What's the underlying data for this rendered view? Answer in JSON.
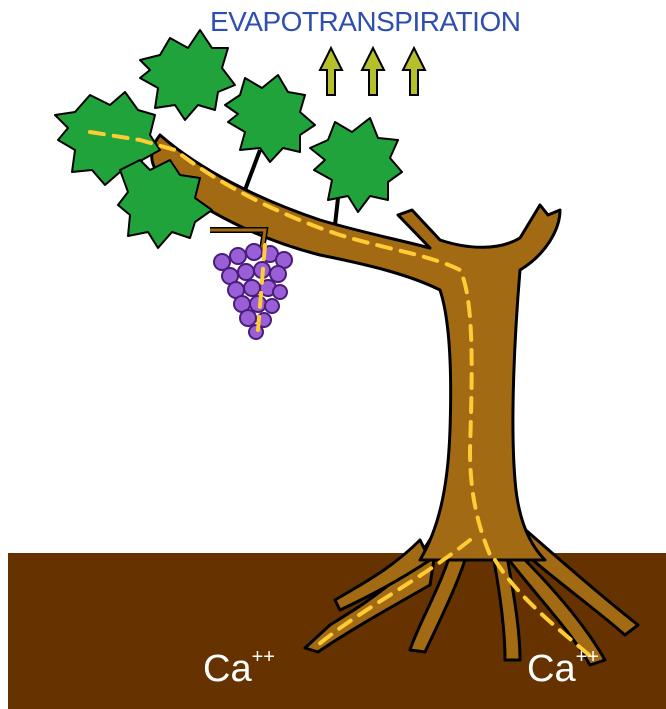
{
  "title": "EVAPOTRANSPIRATION",
  "ion_left": {
    "symbol": "Ca",
    "charge": "++"
  },
  "ion_right": {
    "symbol": "Ca",
    "charge": "++"
  },
  "colors": {
    "soil": "#663300",
    "trunk": "#a36a14",
    "leaf": "#21a33b",
    "grape": "#9a5fd6",
    "flow": "#ffcc33",
    "arrow": "#b5bf2a",
    "title": "#2e4fb0"
  },
  "icons": [
    "upward-arrow-icon",
    "leaf-icon",
    "grape-cluster-icon"
  ]
}
